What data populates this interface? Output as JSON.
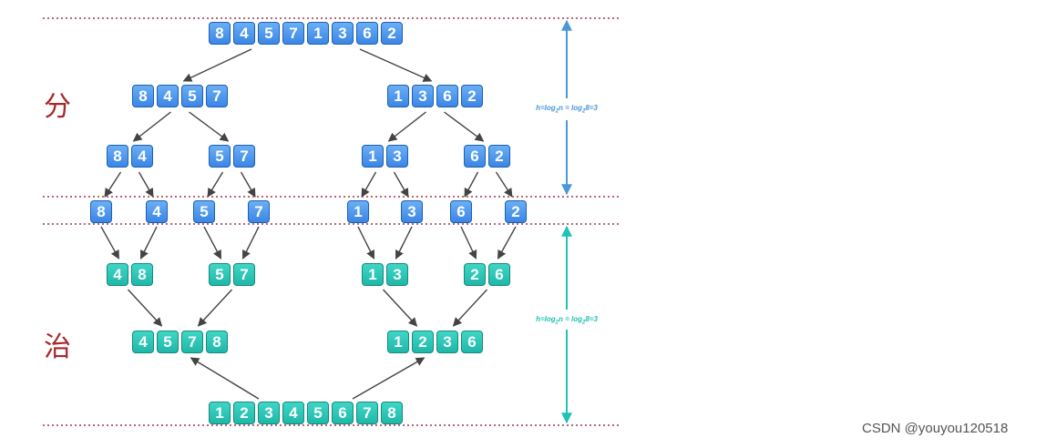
{
  "labels": {
    "divide": "分",
    "conquer": "治"
  },
  "formula": {
    "divide": {
      "pre": "h=log",
      "sub1": "2",
      "mid": "n = log",
      "sub2": "2",
      "post": "8=3"
    },
    "conquer": {
      "pre": "h=log",
      "sub1": "2",
      "mid": "n = log",
      "sub2": "2",
      "post": "8=3"
    }
  },
  "watermark": "CSDN @youyou120518",
  "colors": {
    "split_fill": "#4a97ef",
    "merge_fill": "#26c3b3",
    "divide_arrow": "#4a97d9",
    "conquer_arrow": "#1fc2b5",
    "dotted_line": "#a3364a",
    "side_label": "#a8282a"
  },
  "split": {
    "level0": [
      [
        8,
        4,
        5,
        7,
        1,
        3,
        6,
        2
      ]
    ],
    "level1": [
      [
        8,
        4,
        5,
        7
      ],
      [
        1,
        3,
        6,
        2
      ]
    ],
    "level2": [
      [
        8,
        4
      ],
      [
        5,
        7
      ],
      [
        1,
        3
      ],
      [
        6,
        2
      ]
    ],
    "level3": [
      [
        8
      ],
      [
        4
      ],
      [
        5
      ],
      [
        7
      ],
      [
        1
      ],
      [
        3
      ],
      [
        6
      ],
      [
        2
      ]
    ]
  },
  "merge": {
    "level1": [
      [
        4,
        8
      ],
      [
        5,
        7
      ],
      [
        1,
        3
      ],
      [
        2,
        6
      ]
    ],
    "level2": [
      [
        4,
        5,
        7,
        8
      ],
      [
        1,
        2,
        3,
        6
      ]
    ],
    "level3": [
      [
        1,
        2,
        3,
        4,
        5,
        6,
        7,
        8
      ]
    ]
  }
}
